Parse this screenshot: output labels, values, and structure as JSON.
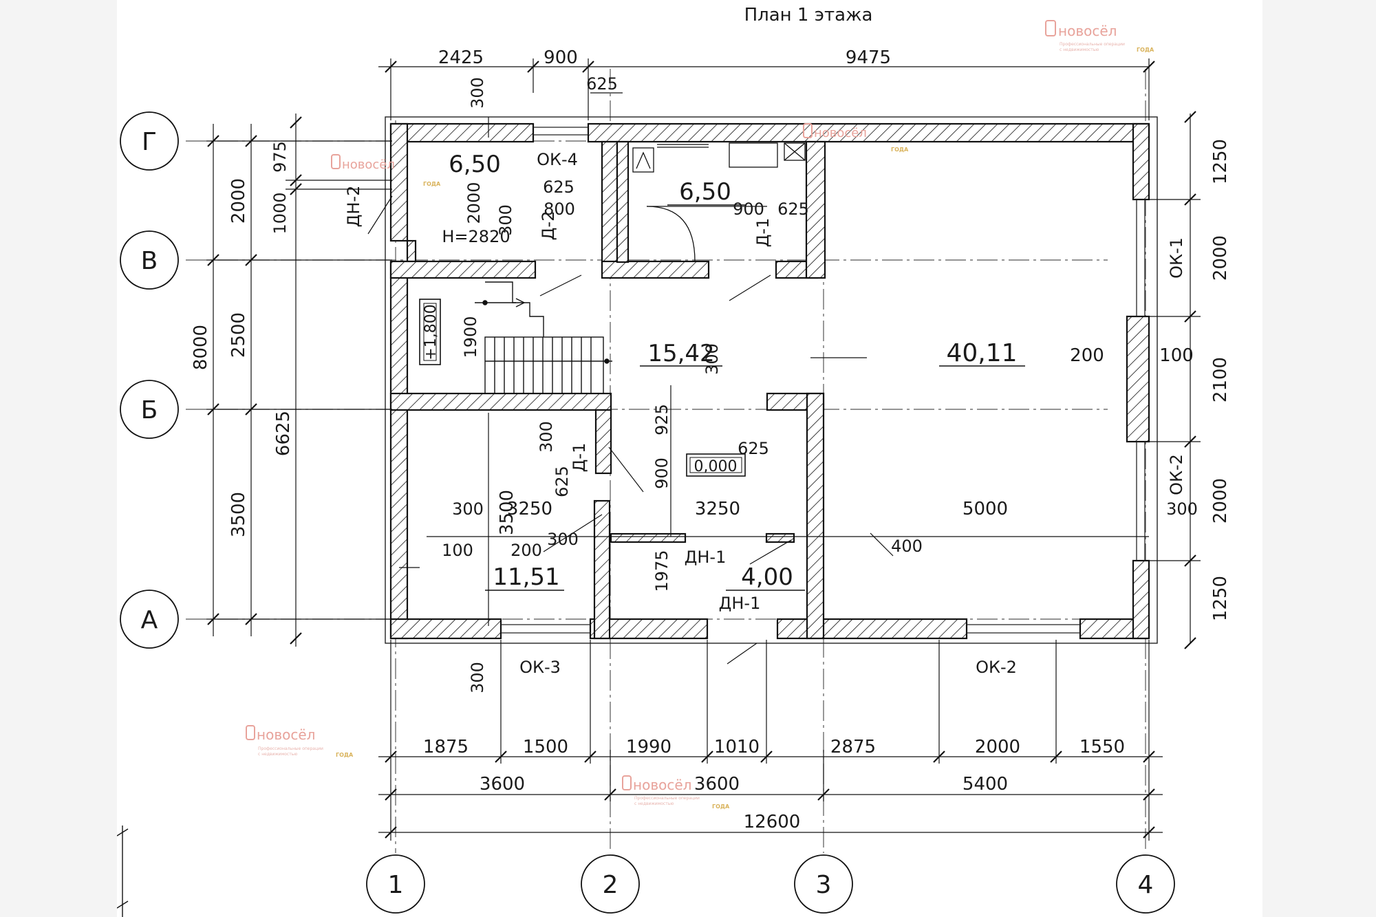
{
  "title": "План 1 этажа",
  "axes": {
    "rows": [
      "Г",
      "В",
      "Б",
      "А"
    ],
    "cols": [
      "1",
      "2",
      "3",
      "4"
    ]
  },
  "rooms": [
    {
      "id": "bath-upper",
      "area": "6,50"
    },
    {
      "id": "bath-right",
      "area": "6,50"
    },
    {
      "id": "hall",
      "area": "15,42"
    },
    {
      "id": "living",
      "area": "40,11"
    },
    {
      "id": "room-lower-left",
      "area": "11,51"
    },
    {
      "id": "vestibule",
      "area": "4,00"
    }
  ],
  "marks": {
    "level_top": "+1,800",
    "level_zero": "0,000",
    "height": "H=2820"
  },
  "openings": {
    "ok4": "ОК-4",
    "ok3": "ОК-3",
    "ok2_bottom": "ОК-2",
    "ok1": "ОК-1",
    "ok2_right": "ОК-2",
    "dn2": "ДН-2",
    "d2": "Д-2",
    "d1_top": "Д-1",
    "d1_mid": "Д-1",
    "dn1_a": "ДН-1",
    "dn1_b": "ДН-1"
  },
  "dims": {
    "top": [
      "2425",
      "900",
      "9475"
    ],
    "top_small": [
      "625",
      "300"
    ],
    "left_outer": "8000",
    "left_mid": "6625",
    "left_inner": [
      "2000",
      "2500",
      "3500"
    ],
    "left_small": [
      "975",
      "1000",
      "2000"
    ],
    "right": [
      "1250",
      "2000",
      "2100",
      "2000",
      "1250"
    ],
    "bottom_row1": [
      "1875",
      "1500",
      "1990",
      "1010",
      "2875",
      "2000",
      "1550"
    ],
    "bottom_row2": [
      "3600",
      "3600",
      "5400"
    ],
    "bottom_total": "12600",
    "inner": {
      "d625a": "625",
      "d800": "800",
      "d300a": "300",
      "d900a": "900",
      "d625b": "625",
      "d1900": "1900",
      "d300b": "300",
      "d300c": "300",
      "d925": "925",
      "d625c": "625",
      "d625d": "625",
      "d900b": "900",
      "d300d": "300",
      "d3250a": "3250",
      "d3500": "3500",
      "d3250b": "3250",
      "d5000": "5000",
      "d300e": "300",
      "d100a": "100",
      "d200a": "200",
      "d300f": "300",
      "d1975": "1975",
      "d400": "400",
      "d200b": "200",
      "d100b": "100",
      "d300g": "300",
      "d300h": "300"
    }
  },
  "watermark": {
    "brand": "новосёл",
    "tagline1": "Профессиональные операции",
    "tagline2": "с недвижимостью",
    "badge": "ГОДА"
  }
}
